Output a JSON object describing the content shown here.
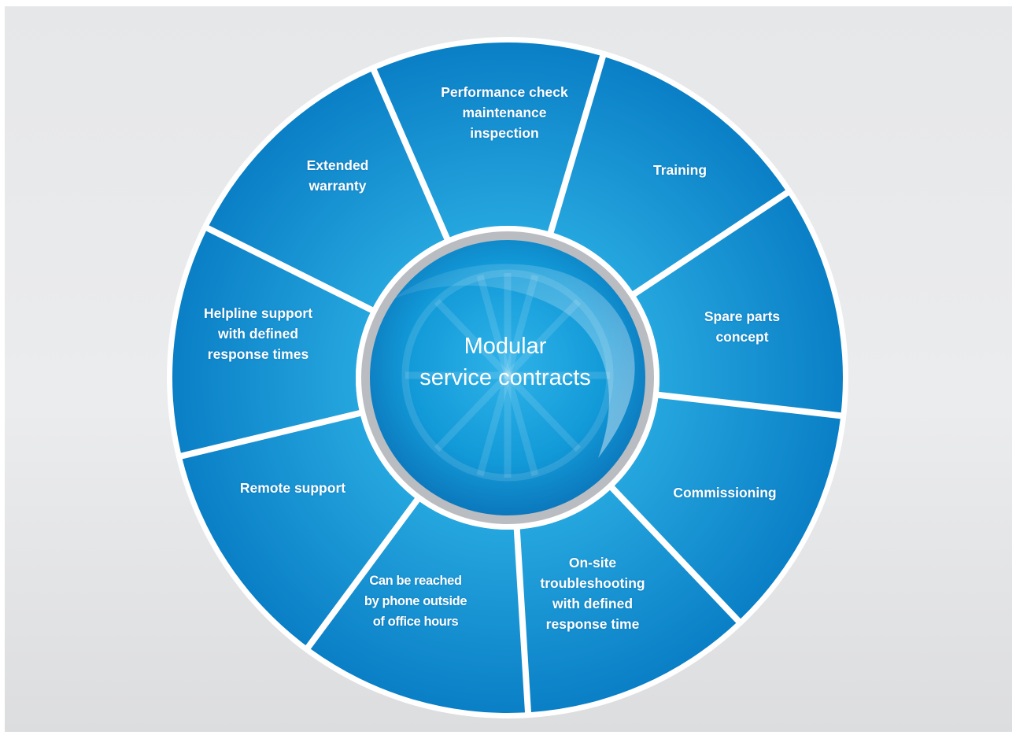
{
  "title": [
    "Modular",
    "service contracts"
  ],
  "segments": [
    {
      "id": "performance-check",
      "lines": [
        "Performance check",
        "maintenance",
        "inspection"
      ]
    },
    {
      "id": "training",
      "lines": [
        "Training"
      ]
    },
    {
      "id": "spare-parts",
      "lines": [
        "Spare parts",
        "concept"
      ]
    },
    {
      "id": "commissioning",
      "lines": [
        "Commissioning"
      ]
    },
    {
      "id": "on-site-troubleshooting",
      "lines": [
        "On-site",
        "troubleshooting",
        "with defined",
        "response time"
      ]
    },
    {
      "id": "phone-outside-hours",
      "lines": [
        "Can be reached",
        "by phone outside",
        "of office hours"
      ]
    },
    {
      "id": "remote-support",
      "lines": [
        "Remote support"
      ]
    },
    {
      "id": "helpline-support",
      "lines": [
        "Helpline support",
        "with defined",
        "response times"
      ]
    },
    {
      "id": "extended-warranty",
      "lines": [
        "Extended",
        "warranty"
      ]
    }
  ],
  "colors": {
    "segment_light": "#3cc6f2",
    "segment_dark": "#0a7fc6",
    "ring": "#ffffff",
    "hub_border": "#b9bcc0"
  }
}
